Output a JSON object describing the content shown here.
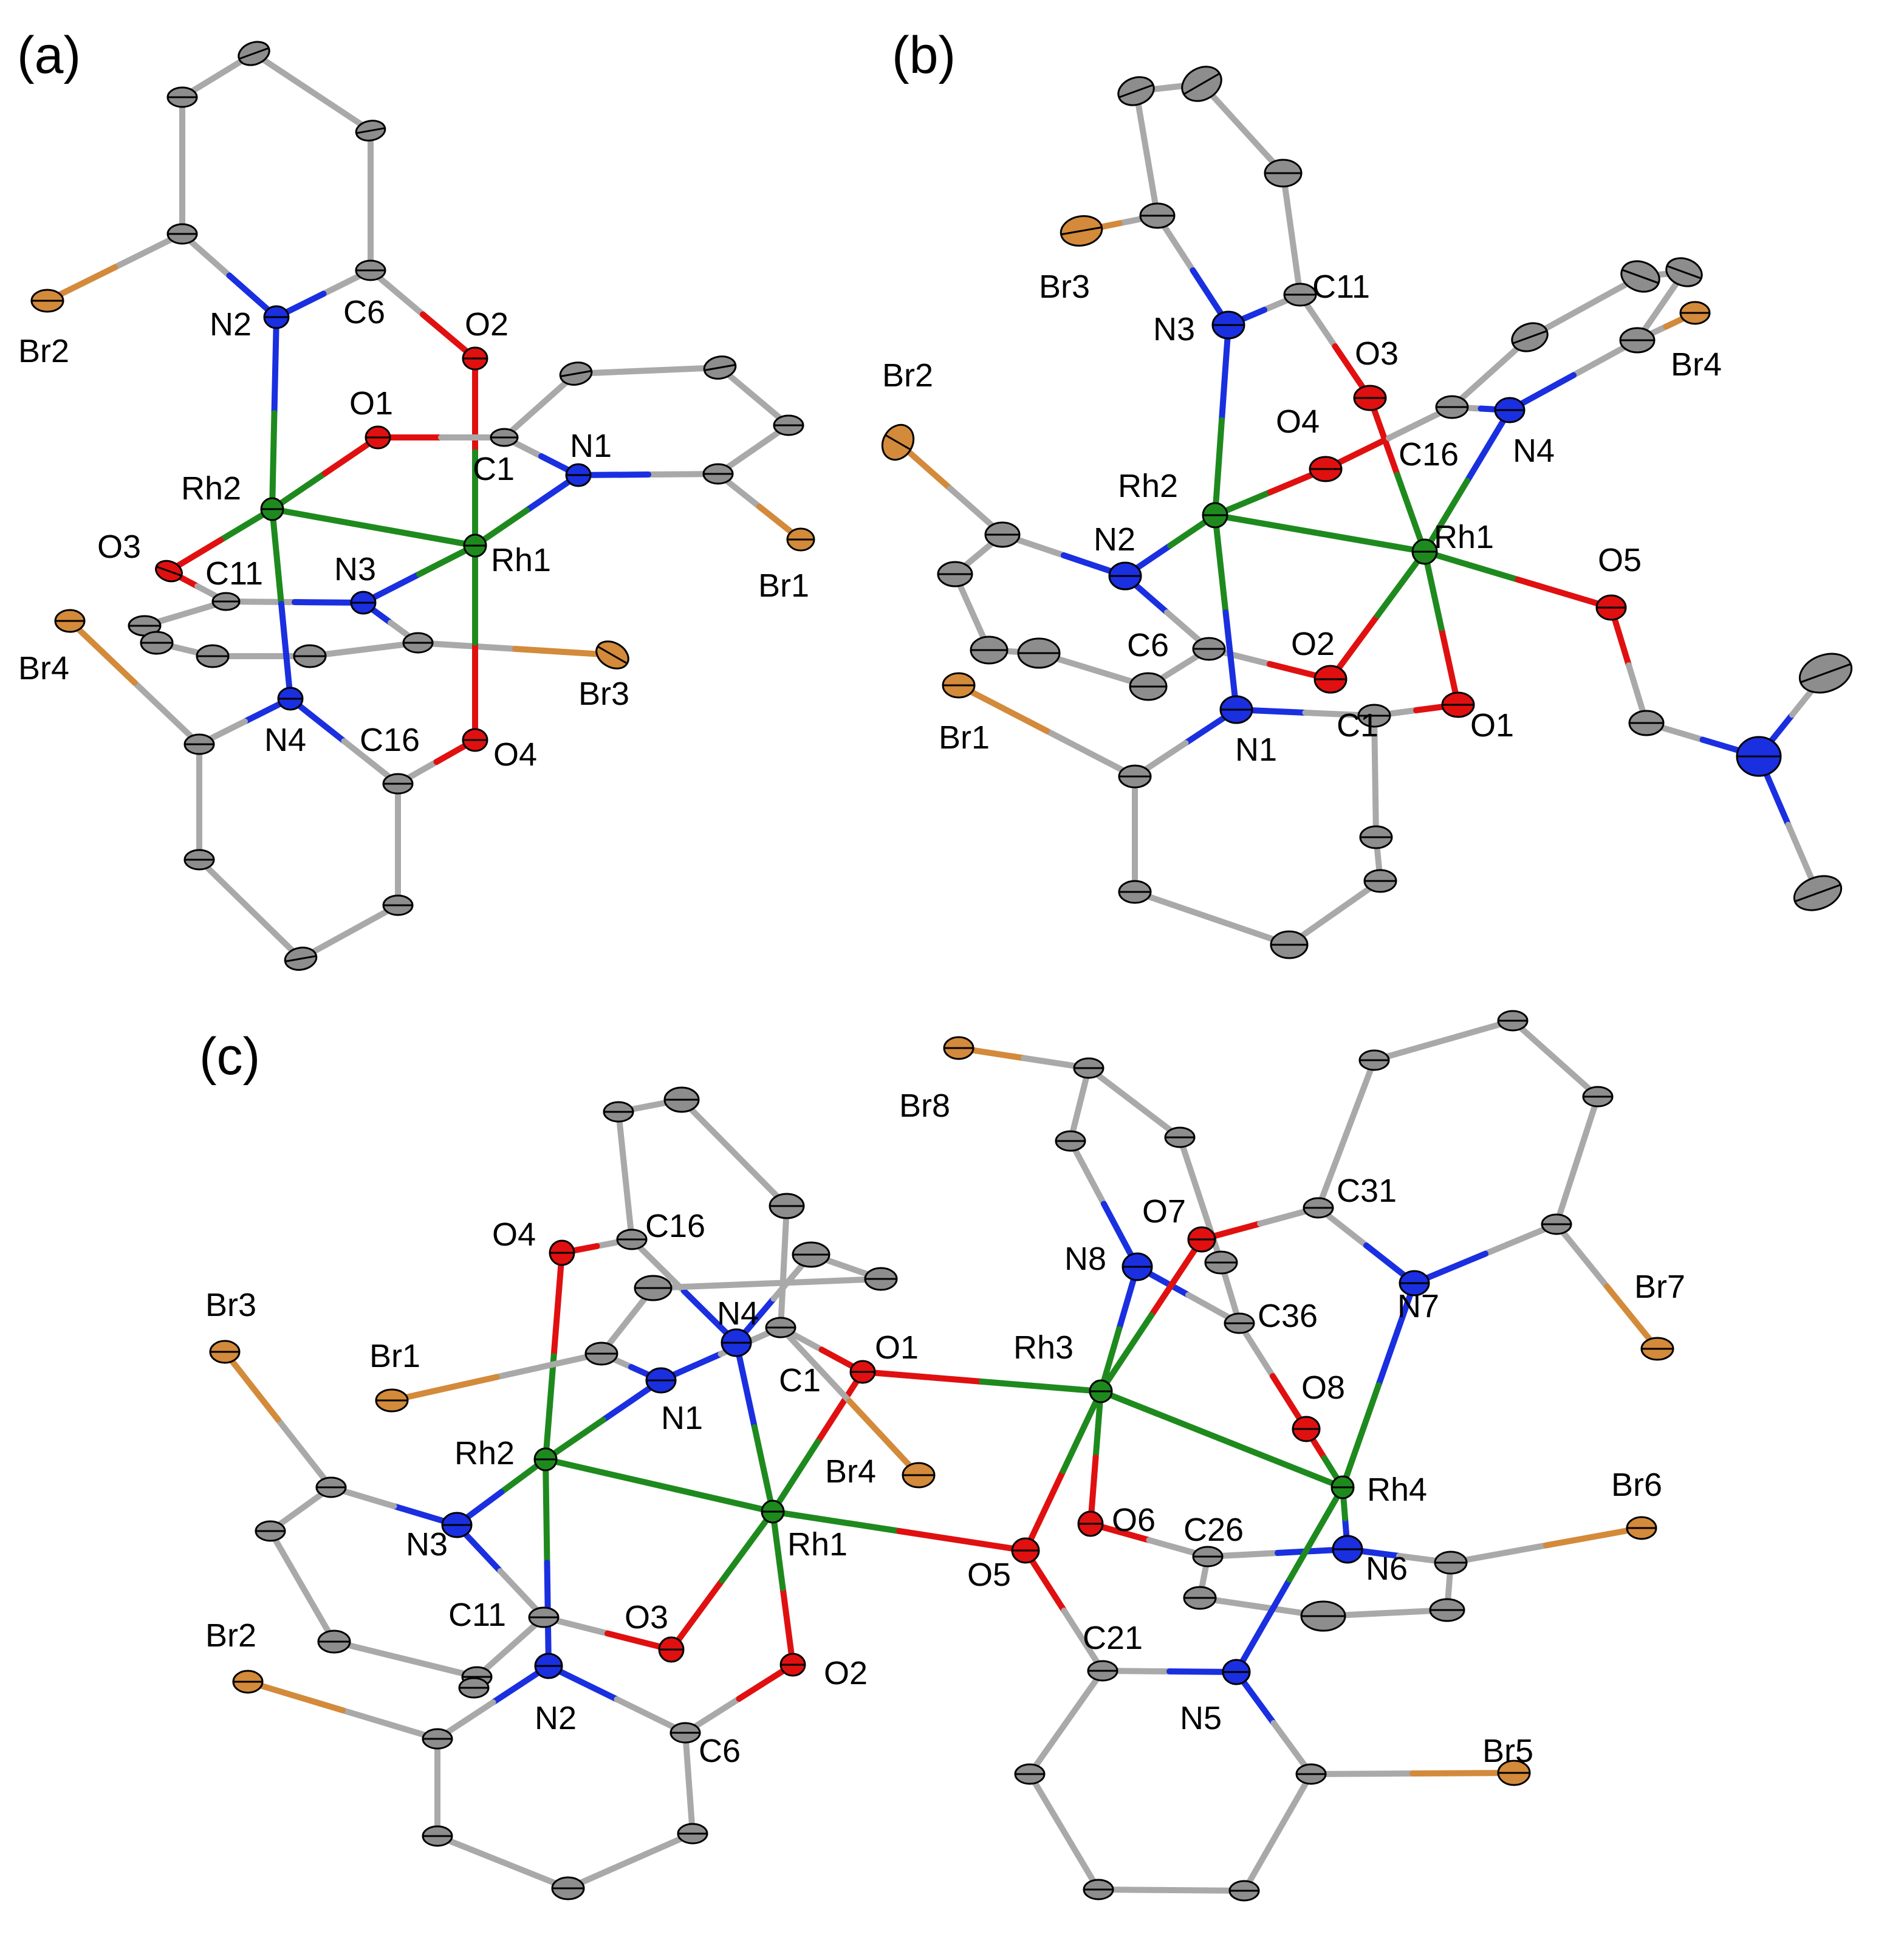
{
  "colors": {
    "C": "#a9a9a9",
    "N": "#1a2fe0",
    "O": "#e01010",
    "Br": "#d38a3a",
    "Rh": "#1e8a1e"
  },
  "panels": [
    {
      "id": "a",
      "label": "(a)",
      "atom_labels": {
        "Br2": "Br2",
        "N2": "N2",
        "C6": "C6",
        "O2": "O2",
        "O1": "O1",
        "N1": "N1",
        "C1": "C1",
        "Rh2": "Rh2",
        "Rh1": "Rh1",
        "O3": "O3",
        "C11": "C11",
        "N3": "N3",
        "Br1": "Br1",
        "Br4": "Br4",
        "Br3": "Br3",
        "N4": "N4",
        "C16": "C16",
        "O4": "O4"
      }
    },
    {
      "id": "b",
      "label": "(b)",
      "atom_labels": {
        "Br3": "Br3",
        "N3": "N3",
        "C11": "C11",
        "O3": "O3",
        "Br4": "Br4",
        "Br2": "Br2",
        "O4": "O4",
        "C16": "C16",
        "N4": "N4",
        "Rh2": "Rh2",
        "N2": "N2",
        "Rh1": "Rh1",
        "O5": "O5",
        "C6": "C6",
        "O2": "O2",
        "Br1": "Br1",
        "N1": "N1",
        "C1": "C1",
        "O1": "O1"
      }
    },
    {
      "id": "c",
      "label": "(c)",
      "atom_labels": {
        "Br8": "Br8",
        "C31": "C31",
        "O7": "O7",
        "N8": "N8",
        "O4": "O4",
        "C16": "C16",
        "N7": "N7",
        "Br7": "Br7",
        "Br3": "Br3",
        "C36": "C36",
        "N4": "N4",
        "O1": "O1",
        "Rh3": "Rh3",
        "Br1": "Br1",
        "C1": "C1",
        "N1": "N1",
        "O8": "O8",
        "Rh2": "Rh2",
        "Br4": "Br4",
        "Rh4": "Rh4",
        "Br6": "Br6",
        "O6": "O6",
        "C26": "C26",
        "N3": "N3",
        "Rh1": "Rh1",
        "O5": "O5",
        "N6": "N6",
        "C11": "C11",
        "O3": "O3",
        "Br2": "Br2",
        "C21": "C21",
        "O2": "O2",
        "N5": "N5",
        "N2": "N2",
        "C6": "C6",
        "Br5": "Br5"
      }
    }
  ]
}
